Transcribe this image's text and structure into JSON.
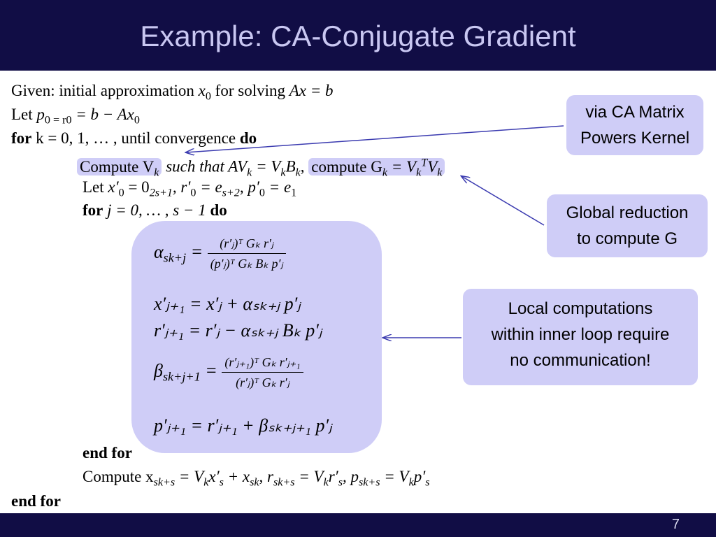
{
  "title": "Example: CA-Conjugate Gradient",
  "page_number": "7",
  "algorithm": {
    "given_label": "Given: initial approximation ",
    "given_var": "x",
    "given_var_sub": "0",
    "given_mid": " for solving ",
    "given_eq": "Ax = b",
    "let_label": "Let ",
    "let_eq": "p",
    "let_eq_rest": "0 = r",
    "let_eq_sub2": "0",
    "let_eq_end": " = b − Ax",
    "let_eq_sub3": "0",
    "for_kw": "for",
    "for_text": " k = 0, 1, … , until convergence ",
    "do_kw": "do",
    "compute_v": "Compute V",
    "k_sub": "k",
    "such_that": " such that AV",
    "eq_vb": " = V",
    "vb_b": "B",
    "comma": ",",
    "compute_g": "compute G",
    "eq_g": " = V",
    "t_sup": "T",
    "v_end": "V",
    "let2_label": "Let ",
    "let2_x": "x′",
    "let2_x_sub": "0",
    "let2_zero": " = 0",
    "let2_zero_sub": "2s+1",
    "let2_r": ",  r′",
    "let2_r_sub": "0",
    "let2_e": " = e",
    "let2_e_sub": "s+2",
    "let2_p": ",  p′",
    "let2_p_sub": "0",
    "let2_e1": " = e",
    "let2_e1_sub": "1",
    "inner_for_kw": "for",
    "inner_for_text": " j = 0, … , s − 1 ",
    "inner_do_kw": "do",
    "end_for_inner": "end for",
    "compute_final": "Compute x",
    "cf_sub1": "sk+s",
    "cf_a": " = V",
    "cf_a_sub": "k",
    "cf_b": "x′",
    "cf_b_sub": "s",
    "cf_c": " + x",
    "cf_c_sub": "sk",
    "cf_d": ",  r",
    "cf_d_sub": "sk+s",
    "cf_e": " = V",
    "cf_e_sub": "k",
    "cf_f": "r′",
    "cf_f_sub": "s",
    "cf_g": ", p",
    "cf_g_sub": "sk+s",
    "cf_h": " = V",
    "cf_h_sub": "k",
    "cf_i": "p′",
    "cf_i_sub": "s",
    "end_for_outer": "end for"
  },
  "inner_loop": {
    "alpha_lhs": "α",
    "alpha_sub": "sk+j",
    "alpha_num": "(r′ⱼ)ᵀ Gₖ r′ⱼ",
    "alpha_den": "(p′ⱼ)ᵀ Gₖ Bₖ p′ⱼ",
    "x_update": "x′ⱼ₊₁ = x′ⱼ + αₛₖ₊ⱼ p′ⱼ",
    "r_update": "r′ⱼ₊₁ = r′ⱼ − αₛₖ₊ⱼ Bₖ p′ⱼ",
    "beta_lhs": "β",
    "beta_sub": "sk+j+1",
    "beta_num": "(r′ⱼ₊₁)ᵀ Gₖ r′ⱼ₊₁",
    "beta_den": "(r′ⱼ)ᵀ Gₖ r′ⱼ",
    "p_update": "p′ⱼ₊₁ = r′ⱼ₊₁ + βₛₖ₊ⱼ₊₁ p′ⱼ"
  },
  "callouts": {
    "matrix_powers": [
      "via CA Matrix",
      "Powers Kernel"
    ],
    "global_reduction": [
      "Global reduction",
      "to compute G"
    ],
    "local": [
      "Local computations",
      "within inner loop require",
      "no communication!"
    ]
  },
  "colors": {
    "title_bar": "#110d45",
    "title_text": "#c9c7f2",
    "highlight": "#cfcdf7",
    "arrow": "#3b3bb0"
  }
}
